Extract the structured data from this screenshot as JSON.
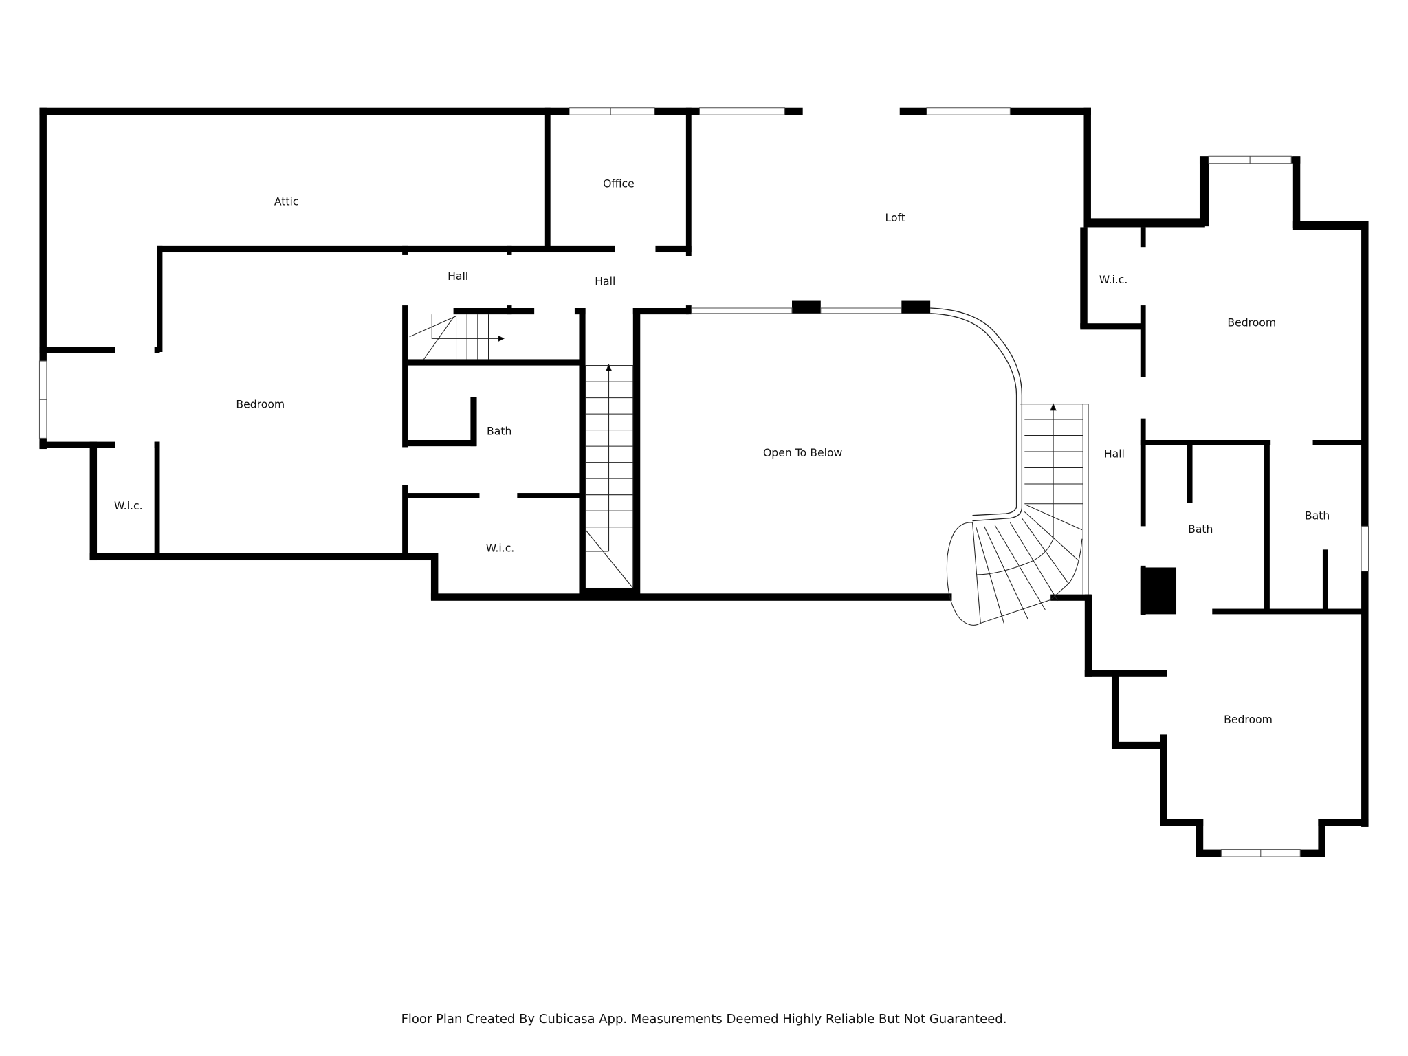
{
  "plan": {
    "rooms": {
      "attic": "Attic",
      "office": "Office",
      "loft": "Loft",
      "wic_right_top": "W.i.c.",
      "bedroom_right_top": "Bedroom",
      "hall_left": "Hall",
      "hall_center": "Hall",
      "bedroom_left": "Bedroom",
      "bath_center": "Bath",
      "open_to_below": "Open To Below",
      "hall_right": "Hall",
      "wic_left": "W.i.c.",
      "wic_center": "W.i.c.",
      "bath_right_1": "Bath",
      "bath_right_2": "Bath",
      "bedroom_right_bottom": "Bedroom"
    },
    "colors": {
      "wall": "#000000",
      "background": "#ffffff"
    }
  },
  "footer": {
    "text": "Floor Plan Created By Cubicasa App. Measurements Deemed Highly Reliable But Not Guaranteed."
  }
}
